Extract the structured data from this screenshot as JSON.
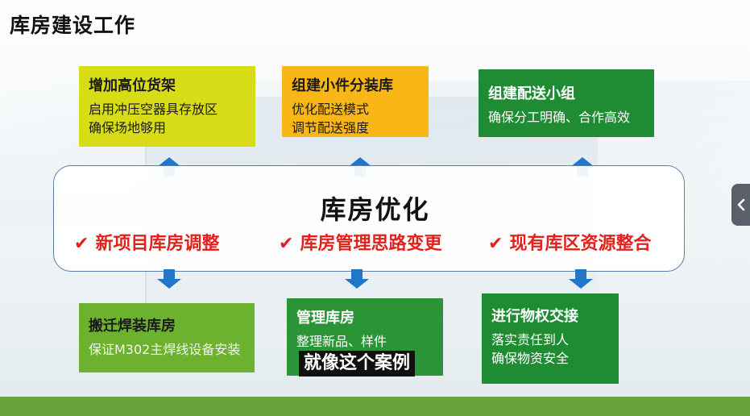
{
  "page_title": "库房建设工作",
  "top_boxes": [
    {
      "title": "增加高位货架",
      "lines": [
        "启用冲压空器具存放区",
        "确保场地够用"
      ],
      "color": "#d7dc16"
    },
    {
      "title": "组建小件分装库",
      "lines": [
        "优化配送模式",
        "调节配送强度"
      ],
      "color": "#f8b617"
    },
    {
      "title": "组建配送小组",
      "lines": [
        "确保分工明确、合作高效"
      ],
      "color": "#1f8b32"
    }
  ],
  "center": {
    "title": "库房优化",
    "items": [
      "新项目库房调整",
      "库房管理思路变更",
      "现有库区资源整合"
    ],
    "check_symbol": "✔"
  },
  "bottom_boxes": [
    {
      "title": "搬迁焊装库房",
      "lines": [
        "保证M302主焊线设备安装"
      ],
      "color": "#6db22f"
    },
    {
      "title": "管理库房",
      "lines": [
        "整理新品、样件"
      ],
      "color": "#6db22f"
    },
    {
      "title": "进行物权交接",
      "lines": [
        "落实责任到人",
        "确保物资安全"
      ],
      "color": "#1f8b32"
    }
  ],
  "caption": "就像这个案例",
  "side_tab_icon": "chevron-left-icon",
  "colors": {
    "arrow": "#2276c9",
    "check_red": "#e3211c",
    "footer": "#67a43c"
  }
}
